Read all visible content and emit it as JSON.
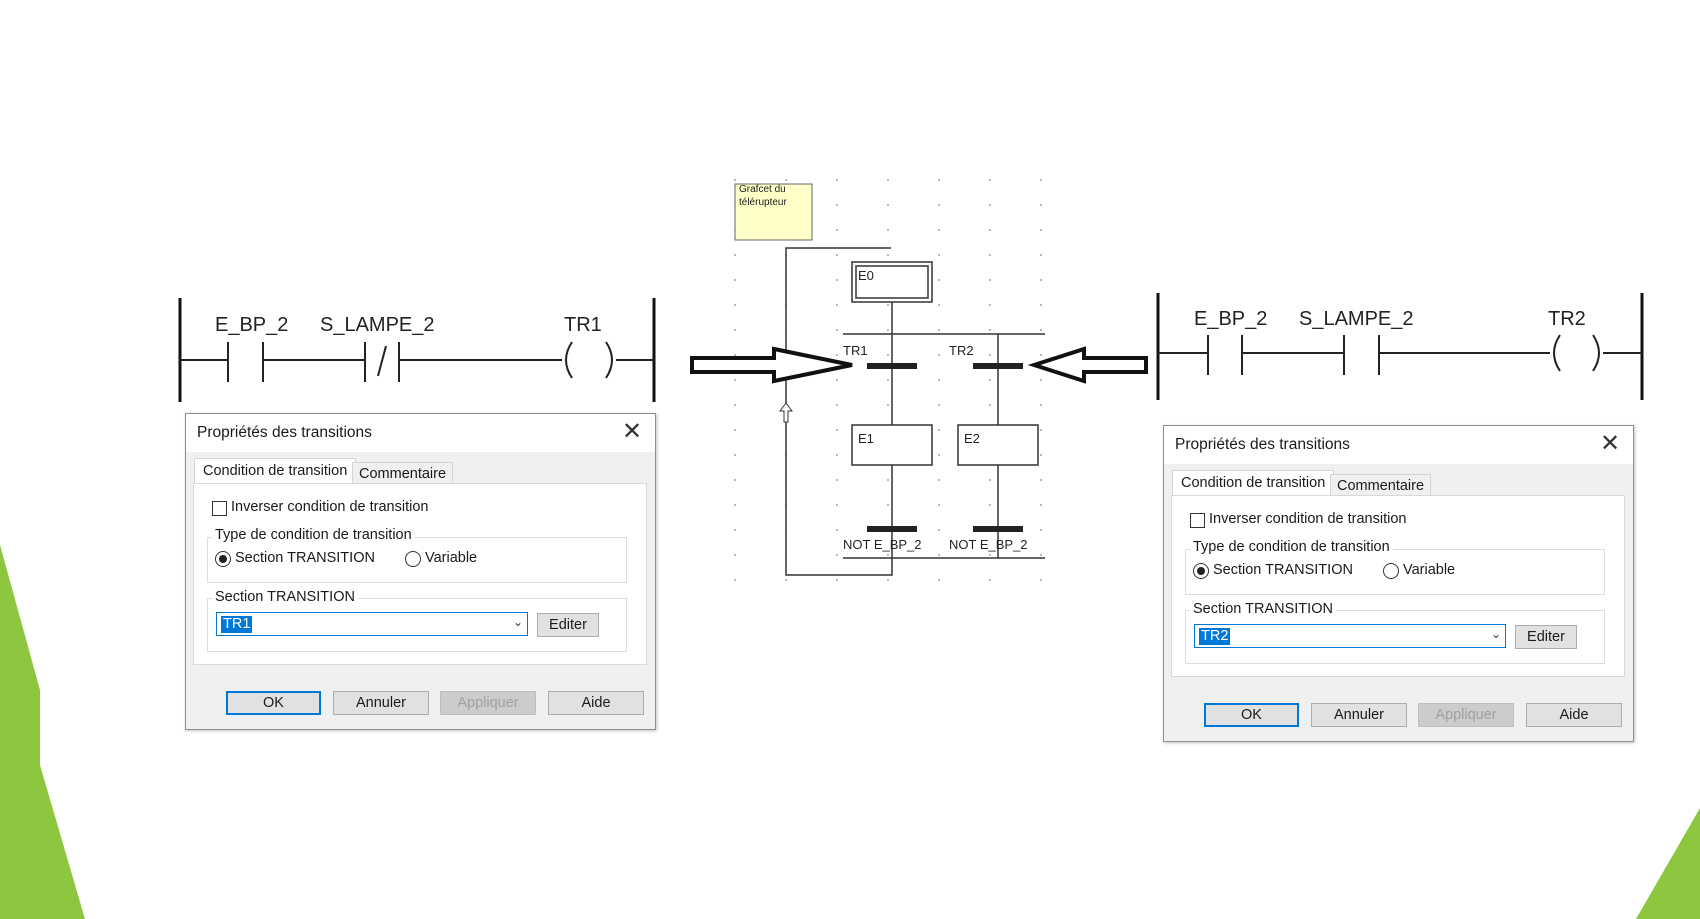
{
  "colors": {
    "accent_green": "#8dc63f",
    "dialog_blue": "#0078d7",
    "note_yellow": "#ffffc8"
  },
  "ladder_left": {
    "contact1": "E_BP_2",
    "contact2": "S_LAMPE_2",
    "coil": "TR1"
  },
  "ladder_right": {
    "contact1": "E_BP_2",
    "contact2": "S_LAMPE_2",
    "coil": "TR2"
  },
  "grafcet": {
    "comment": "Grafcet du télérupteur",
    "steps": [
      "E0",
      "E1",
      "E2"
    ],
    "transitions": [
      "TR1",
      "TR2",
      "NOT E_BP_2",
      "NOT E_BP_2"
    ]
  },
  "dialogs": [
    {
      "title": "Propriétés des transitions",
      "tab_active": "Condition de transition",
      "tab_inactive": "Commentaire",
      "invert_label": "Inverser condition de transition",
      "type_group": "Type de condition de transition",
      "radio_section": "Section TRANSITION",
      "radio_variable": "Variable",
      "section_group": "Section TRANSITION",
      "combo_value": "TR1",
      "edit_button": "Editer",
      "ok": "OK",
      "cancel": "Annuler",
      "apply": "Appliquer",
      "help": "Aide"
    },
    {
      "title": "Propriétés des transitions",
      "tab_active": "Condition de transition",
      "tab_inactive": "Commentaire",
      "invert_label": "Inverser condition de transition",
      "type_group": "Type de condition de transition",
      "radio_section": "Section TRANSITION",
      "radio_variable": "Variable",
      "section_group": "Section TRANSITION",
      "combo_value": "TR2",
      "edit_button": "Editer",
      "ok": "OK",
      "cancel": "Annuler",
      "apply": "Appliquer",
      "help": "Aide"
    }
  ]
}
